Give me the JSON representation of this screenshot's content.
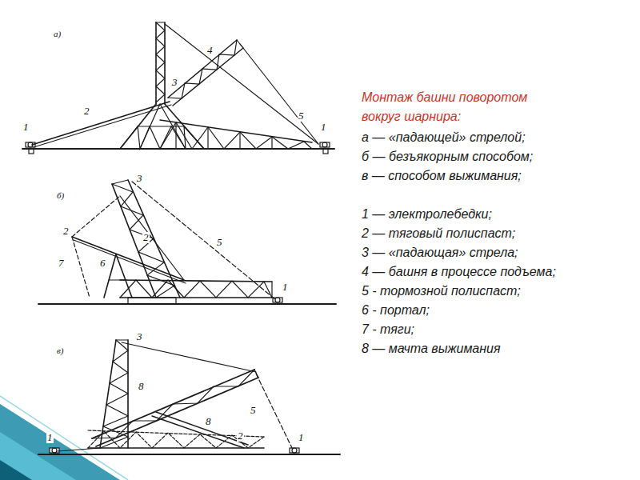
{
  "diagram": {
    "title": "Монтаж башни поворотом вокруг шарнира:",
    "labels": [
      "а)",
      "1",
      "2",
      "3",
      "4",
      "5",
      "1",
      "б)",
      "3",
      "2",
      "2",
      "7",
      "6",
      "5",
      "1",
      "в)",
      "3",
      "8",
      "8",
      "5",
      "1",
      "2",
      "1",
      "а — «падающей» стрелой;",
      "б — безъякорным способом;",
      "в — способом выжимания;",
      "1 — электролебедки;",
      "2 — тяговый полиспаст;",
      "3 — «падающая» стрела;",
      "4 — башня в процессе подъема;",
      "5 - тормозной полиспаст;",
      "6 - портал;",
      "7 - тяги;",
      "8 — мачта выжимания"
    ]
  }
}
